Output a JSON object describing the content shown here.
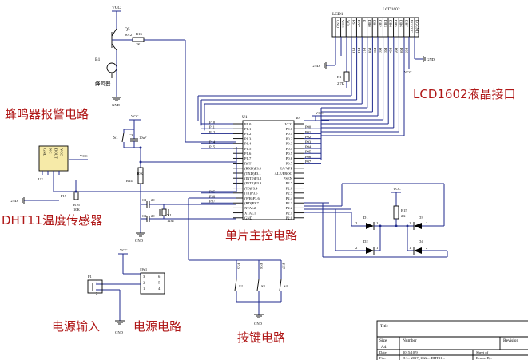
{
  "labels": {
    "buzzer": "蜂鸣器报警电路",
    "lcd": "LCD1602液晶接口",
    "dht": "DHT11温度传感器",
    "mcu": "单片主控电路",
    "power_in": "电源输入",
    "power": "电源电路",
    "keys": "按键电路"
  },
  "buzzer": {
    "vcc": "VCC",
    "transistor_ref": "Q5",
    "transistor_part": "9012",
    "resistor_ref": "R13",
    "resistor_val": "2K",
    "buzzer_ref": "B1",
    "buzzer_name": "蜂鸣器",
    "gnd": "GND"
  },
  "lcd": {
    "ref": "LCD1",
    "part": "LCD1602",
    "pins": [
      "GND",
      "VCC",
      "VO",
      "RS",
      "R/W",
      "E",
      "DB0",
      "DB1",
      "DB2",
      "DB3",
      "DB4",
      "DB5",
      "DB6",
      "DB7",
      "BGVCC",
      "BGGND"
    ],
    "nets": [
      "P10",
      "P11",
      "P12",
      "P00",
      "P01",
      "P02",
      "P03",
      "P04",
      "P05",
      "P06",
      "P07"
    ],
    "gnd": "GND",
    "vcc": "VCC",
    "r_ref": "R1",
    "r_val": "2.7K"
  },
  "mcu": {
    "ref": "U1",
    "left_pins": [
      "P1.0",
      "P1.1",
      "P1.2",
      "P1.3",
      "P1.4",
      "P1.5",
      "P1.6",
      "P1.7",
      "RST",
      "(RXD)P3.0",
      "(TXD)P3.1",
      "(INT0)P3.2",
      "(INT1)P3.3",
      "(T0)P3.4",
      "(T1)P3.5",
      "(WR)P3.6",
      "(RD)P3.7",
      "XTAL2",
      "XTAL1",
      "GND"
    ],
    "right_pins": [
      "VCC",
      "P0.0",
      "P0.1",
      "P0.2",
      "P0.3",
      "P0.4",
      "P0.5",
      "P0.6",
      "P0.7",
      "EA/VPP",
      "ALE/PROG",
      "PSEN",
      "P2.7",
      "P2.6",
      "P2.5",
      "P2.4",
      "P2.3",
      "P2.2",
      "P2.1",
      "P2.0"
    ],
    "left_nets": [
      "P10",
      "P11",
      "P12",
      "",
      "P14",
      "P15",
      "",
      "",
      "",
      "",
      "",
      "",
      "",
      "",
      "P35",
      "P36",
      "P37"
    ],
    "right_nets": [
      "",
      "P00",
      "P01",
      "P02",
      "P03",
      "P04",
      "P05",
      "P06",
      "P07"
    ],
    "vcc": "VCC",
    "pin40": "40"
  },
  "reset": {
    "switch_ref": "S1",
    "vcc": "VCC",
    "cap_ref": "C3",
    "cap_val": "10uF",
    "r_ref": "R14",
    "r_val": "10K"
  },
  "crystal": {
    "c1_ref": "C1",
    "c1_val": "20",
    "c2_ref": "C2",
    "c2_val": "20",
    "xtal_ref": "Y1",
    "xtal_val": "12M",
    "gnd": "GND"
  },
  "dht": {
    "pins": [
      "GND",
      "NC",
      "DOUT",
      "VCC"
    ],
    "ref": "U2",
    "vcc": "VCC",
    "gnd": "GND",
    "net": "P15",
    "r_ref": "R16",
    "r_val": "10K"
  },
  "leds": {
    "vcc": "VCC",
    "r_ref": "R15",
    "r_val": "2K",
    "refs": [
      "D1",
      "D2",
      "D3",
      "D4"
    ],
    "pin1": "1",
    "pin2": "2"
  },
  "power": {
    "vcc": "VCC",
    "switch_ref": "SW1",
    "switch_pins": [
      "3",
      "2",
      "1",
      "6",
      "5",
      "4"
    ],
    "jack_ref": "P1",
    "jack_pins": [
      "1",
      "2"
    ],
    "gnd": "GND"
  },
  "keys": {
    "nets": [
      "P35",
      "P36",
      "P37"
    ],
    "refs": [
      "S2",
      "S3",
      "S4"
    ],
    "gnd": "GND"
  },
  "title_block": {
    "title": "Title",
    "size_label": "Size",
    "size": "A4",
    "number": "Number",
    "revision": "Revision",
    "date_label": "Date:",
    "date": "2015/10/9",
    "sheet": "Sheet    of",
    "file_label": "File:",
    "file_rest": "D:\\...   2017_1022...   DHT11...",
    "drawn": "Drawn By:"
  }
}
